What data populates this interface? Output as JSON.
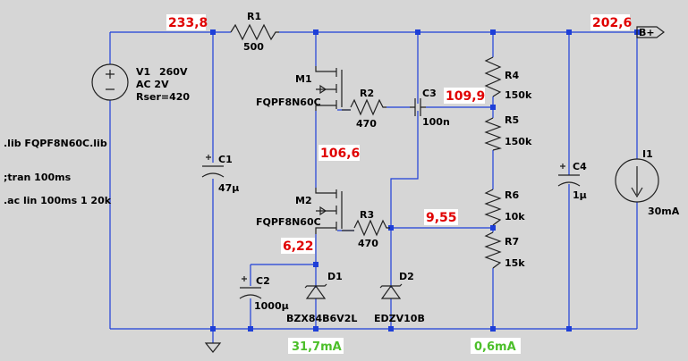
{
  "directives": {
    "lib": ".lib FQPF8N60C.lib",
    "tran": ";tran 100ms",
    "ac": ".ac lin 100ms 1 20k"
  },
  "components": {
    "V1": {
      "name": "V1",
      "value": "260V",
      "ac": "AC 2V",
      "rser": "Rser=420"
    },
    "R1": {
      "name": "R1",
      "value": "500"
    },
    "C1": {
      "name": "C1",
      "value": "47µ"
    },
    "C2": {
      "name": "C2",
      "value": "1000µ"
    },
    "M1": {
      "name": "M1",
      "model": "FQPF8N60C"
    },
    "M2": {
      "name": "M2",
      "model": "FQPF8N60C"
    },
    "R2": {
      "name": "R2",
      "value": "470"
    },
    "R3": {
      "name": "R3",
      "value": "470"
    },
    "C3": {
      "name": "C3",
      "value": "100n"
    },
    "D1": {
      "name": "D1",
      "model": "BZX84B6V2L"
    },
    "D2": {
      "name": "D2",
      "model": "EDZV10B"
    },
    "R4": {
      "name": "R4",
      "value": "150k"
    },
    "R5": {
      "name": "R5",
      "value": "150k"
    },
    "R6": {
      "name": "R6",
      "value": "10k"
    },
    "R7": {
      "name": "R7",
      "value": "15k"
    },
    "C4": {
      "name": "C4",
      "value": "1µ"
    },
    "I1": {
      "name": "I1",
      "value": "30mA"
    }
  },
  "net_label": "B+",
  "voltages": {
    "v_in": "233,8",
    "v_out": "202,6",
    "v_r4r5": "109,9",
    "v_mid": "106,6",
    "v_d2": "9,55",
    "v_d1": "6,22"
  },
  "currents": {
    "i_d1": "31,7mA",
    "i_div": "0,6mA"
  }
}
